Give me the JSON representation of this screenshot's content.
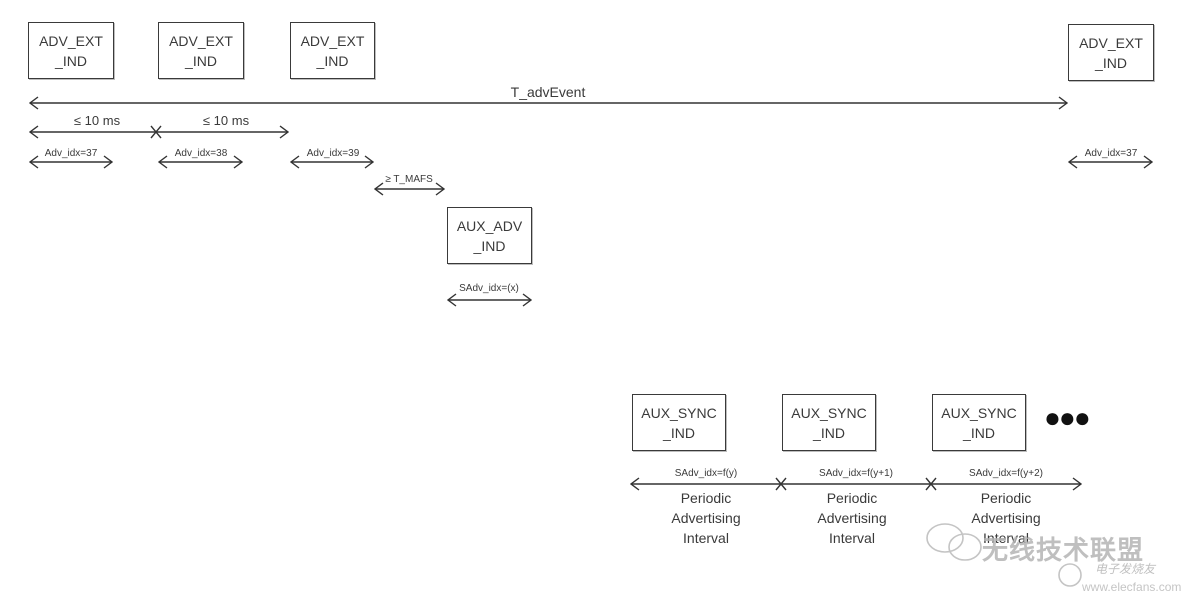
{
  "diagram": {
    "top_row_packets": [
      {
        "line1": "ADV_EXT",
        "line2": "_IND",
        "index_label": "Adv_idx=37"
      },
      {
        "line1": "ADV_EXT",
        "line2": "_IND",
        "index_label": "Adv_idx=38"
      },
      {
        "line1": "ADV_EXT",
        "line2": "_IND",
        "index_label": "Adv_idx=39"
      },
      {
        "line1": "ADV_EXT",
        "line2": "_IND",
        "index_label": "Adv_idx=37"
      }
    ],
    "adv_event_label": "T_advEvent",
    "spacing_labels": [
      "≤ 10 ms",
      "≤ 10 ms"
    ],
    "mafs_label": "≥ T_MAFS",
    "aux_adv": {
      "line1": "AUX_ADV",
      "line2": "_IND",
      "index_label": "SAdv_idx=(x)"
    },
    "aux_sync_packets": [
      {
        "line1": "AUX_SYNC",
        "line2": "_IND",
        "index_label": "SAdv_idx=f(y)",
        "interval_lines": [
          "Periodic",
          "Advertising",
          "Interval"
        ]
      },
      {
        "line1": "AUX_SYNC",
        "line2": "_IND",
        "index_label": "SAdv_idx=f(y+1)",
        "interval_lines": [
          "Periodic",
          "Advertising",
          "Interval"
        ]
      },
      {
        "line1": "AUX_SYNC",
        "line2": "_IND",
        "index_label": "SAdv_idx=f(y+2)",
        "interval_lines": [
          "Periodic",
          "Advertising",
          "Interval"
        ]
      }
    ],
    "continuation": "●●●"
  },
  "watermark": {
    "text": "无线技术联盟",
    "subtext": "电子发烧友",
    "url": "www.elecfans.com"
  }
}
